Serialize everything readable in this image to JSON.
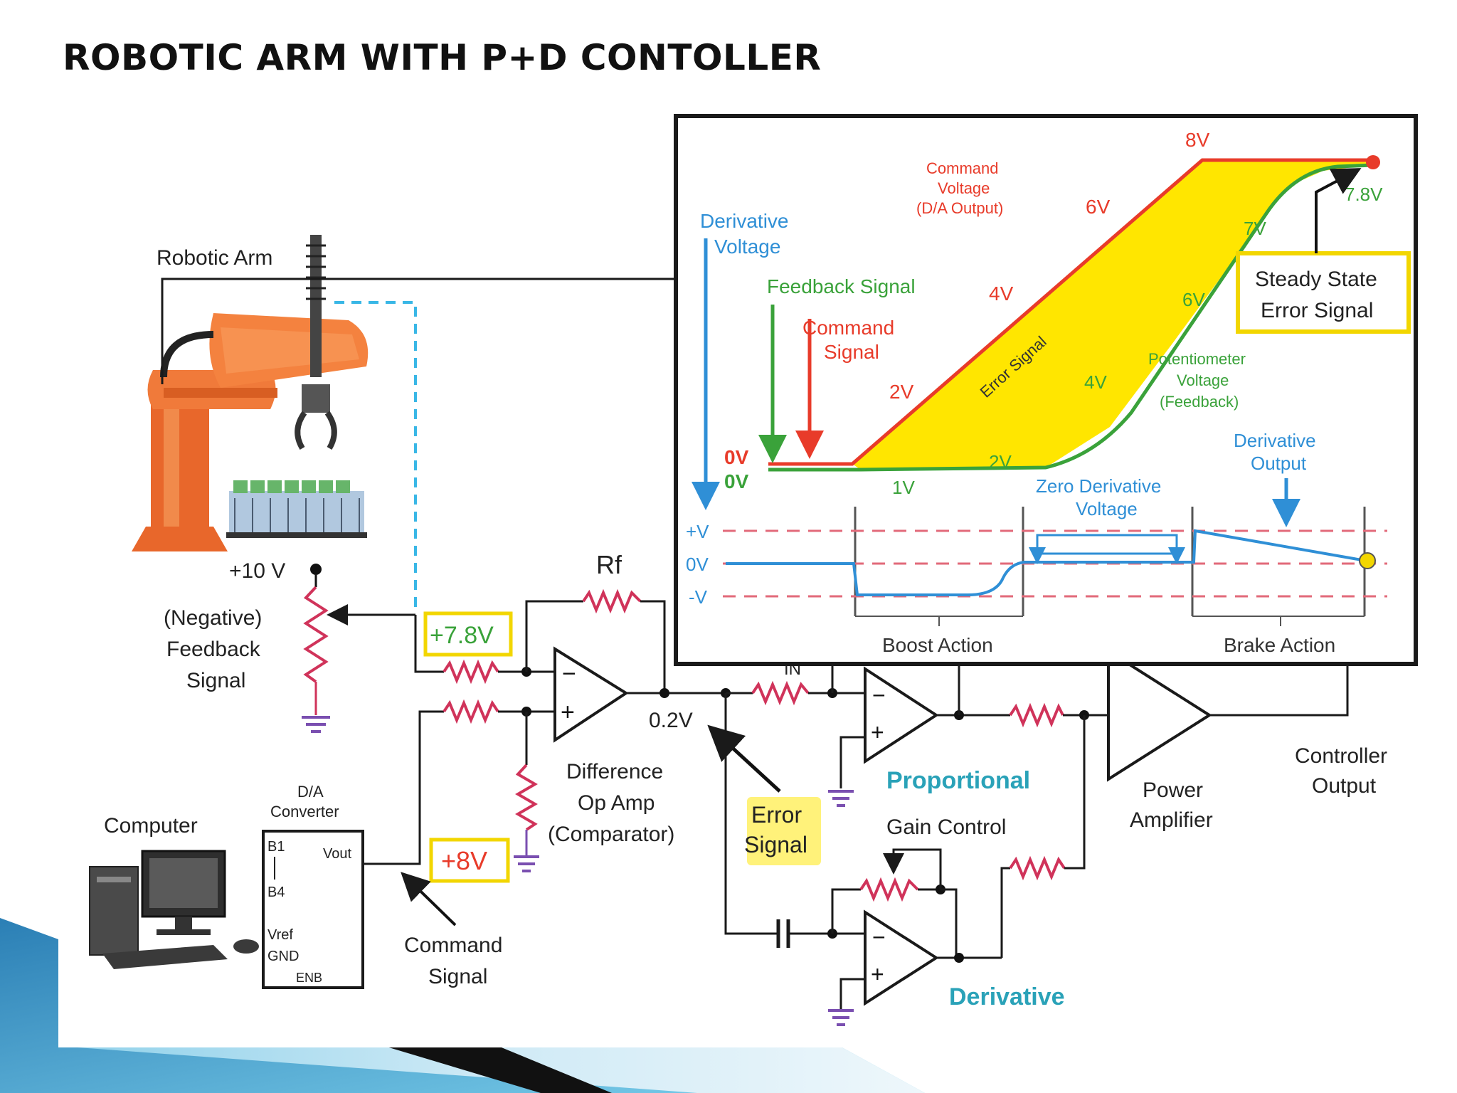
{
  "slide": {
    "title": "ROBOTIC ARM WITH P+D CONTOLLER"
  },
  "colors": {
    "wire": "#1a1a1a",
    "resistor": "#d0335a",
    "ground": "#7a4fb0",
    "feedback_dash": "#39b7e6",
    "highlight_box": "#f2d600",
    "highlight_fill": "#fff27a",
    "command_red": "#e83b2a",
    "feedback_green": "#3aa23a",
    "derivative_blue": "#2f8fd6",
    "error_fill": "#ffe600",
    "teal_label": "#2aa2b8",
    "robot_orange": "#f07a3a",
    "corner_blue": "#3aa6cf"
  },
  "labels": {
    "robotic_arm": "Robotic Arm",
    "plus10v": "+10 V",
    "neg_feedback": [
      "(Negative)",
      "Feedback",
      "Signal"
    ],
    "rf": "Rf",
    "v78": "+7.8V",
    "v8": "+8V",
    "v02": "0.2V",
    "error_signal": [
      "Error",
      "Signal"
    ],
    "diff_amp": [
      "Difference",
      "Op Amp",
      "(Comparator)"
    ],
    "computer": "Computer",
    "da_converter": [
      "D/A",
      "Converter"
    ],
    "da_pins": {
      "b1": "B1",
      "b4": "B4",
      "vout": "Vout",
      "vref": "Vref",
      "gnd": "GND",
      "enb": "ENB"
    },
    "command_signal": [
      "Command",
      "Signal"
    ],
    "rin": "IN",
    "proportional": "Proportional",
    "gain_control": "Gain Control",
    "derivative": "Derivative",
    "power_amp": [
      "Power",
      "Amplifier"
    ],
    "controller_output": [
      "Controller",
      "Output"
    ]
  },
  "inset": {
    "derivative_voltage": [
      "Derivative",
      "Voltage"
    ],
    "feedback_signal": "Feedback Signal",
    "command_signal": [
      "Command",
      "Signal"
    ],
    "command_voltage": [
      "Command",
      "Voltage",
      "(D/A Output)"
    ],
    "pot_voltage": [
      "Potentiometer",
      "Voltage",
      "(Feedback)"
    ],
    "error_signal": "Error Signal",
    "steady_state": [
      "Steady State",
      "Error Signal"
    ],
    "red_levels": [
      "0V",
      "2V",
      "4V",
      "6V",
      "8V"
    ],
    "green_levels": [
      "0V",
      "1V",
      "2V",
      "4V",
      "6V",
      "7V",
      "7.8V"
    ],
    "deriv_output": [
      "Derivative",
      "Output"
    ],
    "zero_deriv": [
      "Zero Derivative",
      "Voltage"
    ],
    "plus_v": "+V",
    "zero_v": "0V",
    "minus_v": "-V",
    "boost": "Boost Action",
    "brake": "Brake Action"
  }
}
